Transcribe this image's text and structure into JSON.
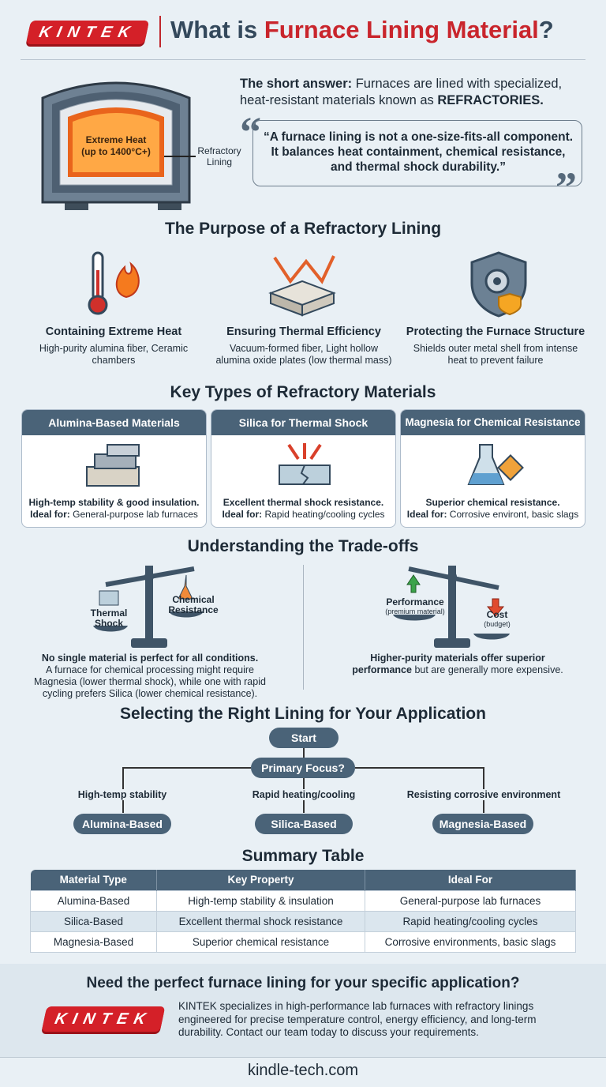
{
  "header": {
    "logo": "KINTEK",
    "title_pre": "What is ",
    "title_accent": "Furnace Lining Material",
    "title_post": "?"
  },
  "intro": {
    "furnace_label": "Extreme Heat",
    "furnace_sub": "(up to 1400°C+)",
    "lining_label": "Refractory Lining",
    "short_bold": "The short answer:",
    "short_text": " Furnaces are lined with specialized, heat-resistant materials known as ",
    "short_em": "REFRACTORIES.",
    "quote": "“A furnace lining is not a one-size-fits-all component. It balances heat containment, chemical resistance, and thermal shock durability.”"
  },
  "purpose": {
    "title": "The Purpose of a Refractory Lining",
    "items": [
      {
        "icon": "thermometer-flame-icon",
        "title": "Containing Extreme Heat",
        "desc": "High-purity alumina fiber, Ceramic chambers"
      },
      {
        "icon": "insulation-layers-icon",
        "title": "Ensuring Thermal Efficiency",
        "desc": "Vacuum-formed fiber, Light hollow alumina oxide plates (low thermal mass)"
      },
      {
        "icon": "shield-gear-icon",
        "title": "Protecting the Furnace Structure",
        "desc": "Shields outer metal shell from intense heat to prevent failure"
      }
    ]
  },
  "types": {
    "title": "Key Types of Refractory Materials",
    "items": [
      {
        "icon": "bricks-icon",
        "title": "Alumina-Based Materials",
        "desc": "High-temp stability & good insulation.",
        "ideal_label": "Ideal for:",
        "ideal": " General-purpose lab furnaces"
      },
      {
        "icon": "cracked-block-icon",
        "title": "Silica for Thermal Shock",
        "desc": "Excellent thermal shock resistance.",
        "ideal_label": "Ideal for:",
        "ideal": " Rapid heating/cooling cycles"
      },
      {
        "icon": "flask-corrosive-icon",
        "title": "Magnesia for Chemical Resistance",
        "desc": "Superior chemical resistance.",
        "ideal_label": "Ideal for:",
        "ideal": " Corrosive environt, basic slags"
      }
    ]
  },
  "tradeoffs": {
    "title": "Understanding the Trade-offs",
    "left": {
      "pan1": "Thermal Shock",
      "pan2": "Chemical Resistance",
      "bold": "No single material is perfect for all conditions.",
      "text": "A furnace for chemical processing might require Magnesia (lower thermal shock), while one with rapid cycling prefers Silica (lower chemical resistance)."
    },
    "right": {
      "pan1": "Performance",
      "pan1_sub": "(premium material)",
      "pan2": "Cost",
      "pan2_sub": "(budget)",
      "bold1": "Higher-purity materials offer superior",
      "bold2": "performance",
      "text": " but are generally more expensive."
    }
  },
  "selector": {
    "title": "Selecting the Right Lining for Your Application",
    "start": "Start",
    "question": "Primary Focus?",
    "branches": [
      {
        "label": "High-temp stability",
        "result": "Alumina-Based"
      },
      {
        "label": "Rapid heating/cooling",
        "result": "Silica-Based"
      },
      {
        "label": "Resisting corrosive environment",
        "result": "Magnesia-Based"
      }
    ]
  },
  "summary": {
    "title": "Summary Table",
    "columns": [
      "Material Type",
      "Key Property",
      "Ideal For"
    ],
    "rows": [
      [
        "Alumina-Based",
        "High-temp stability & insulation",
        "General-purpose lab furnaces"
      ],
      [
        "Silica-Based",
        "Excellent thermal shock resistance",
        "Rapid heating/cooling cycles"
      ],
      [
        "Magnesia-Based",
        "Superior chemical resistance",
        "Corrosive environments, basic slags"
      ]
    ]
  },
  "cta": {
    "title": "Need the perfect furnace lining for your specific application?",
    "logo": "KINTEK",
    "text": "KINTEK specializes in high-performance lab furnaces with refractory linings engineered for precise temperature control, energy efficiency, and long-term durability. Contact our team today to discuss your requirements."
  },
  "footer": {
    "url": "kindle-tech.com"
  },
  "colors": {
    "accent": "#d42028",
    "slate": "#4a6378",
    "background": "#e9f0f5"
  }
}
